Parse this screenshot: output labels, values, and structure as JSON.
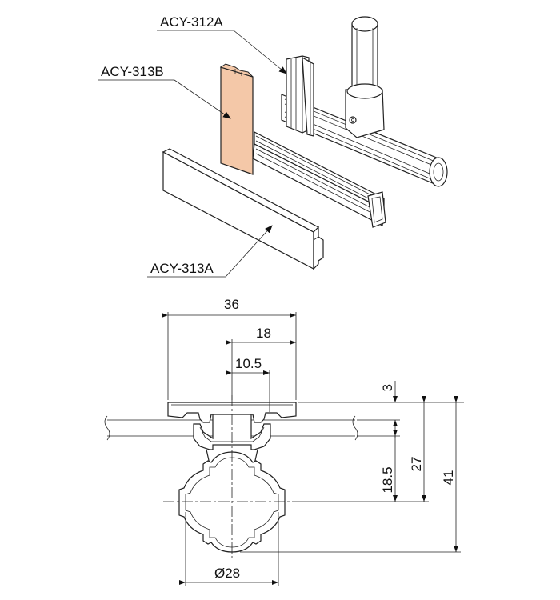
{
  "callouts": {
    "acy312a": "ACY-312A",
    "acy313b": "ACY-313B",
    "acy313a": "ACY-313A"
  },
  "dimensions": {
    "width_total": "36",
    "width_half": "18",
    "width_inner": "10.5",
    "height_top": "3",
    "height_mid": "18.5",
    "height_27": "27",
    "height_41": "41",
    "pipe_diameter": "Ø28"
  },
  "colors": {
    "highlight_part": "#f4c8a8",
    "line": "#222222"
  }
}
